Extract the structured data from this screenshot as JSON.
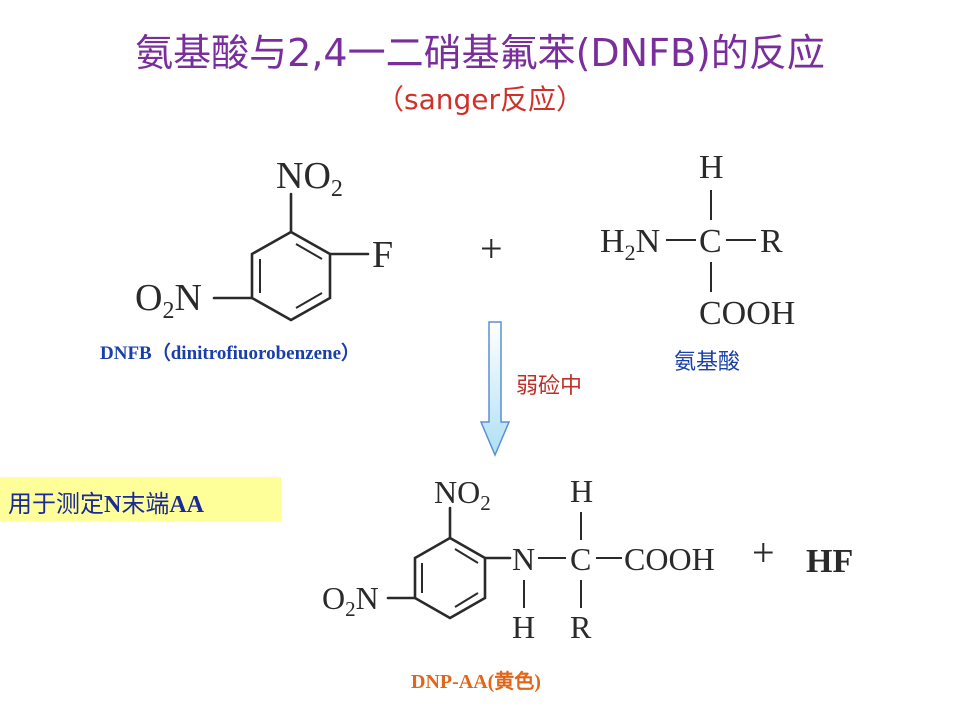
{
  "title": "氨基酸与2,4一二硝基氟苯(DNFB)的反应",
  "subtitle": "（sanger反应）",
  "reactant1": {
    "no2_top": "NO",
    "no2_top_sub": "2",
    "f": "F",
    "o2n_left_o": "O",
    "o2n_left_sub": "2",
    "o2n_left_n": "N",
    "caption": "DNFB（dinitrofiuorobenzene）"
  },
  "plus1": "+",
  "amino_acid": {
    "h_top": "H",
    "h2n_h": "H",
    "h2n_sub": "2",
    "h2n_n": "N",
    "c": "C",
    "r": "R",
    "cooh": "COOH",
    "caption": "氨基酸"
  },
  "condition": "弱硷中",
  "arrow_colors": {
    "fill": "#c8ecf8",
    "stroke": "#5c8fd0"
  },
  "note": {
    "pre": "用于测定",
    "bold1": "N",
    "mid": "末端",
    "bold2": "AA"
  },
  "product": {
    "no2_top": "NO",
    "no2_top_sub": "2",
    "o2n_o": "O",
    "o2n_sub": "2",
    "o2n_n": "N",
    "n": "N",
    "h_under_n": "H",
    "c": "C",
    "h_top": "H",
    "r": "R",
    "cooh": "COOH",
    "caption": "DNP-AA(黄色)"
  },
  "plus2": "+",
  "hf": "HF"
}
